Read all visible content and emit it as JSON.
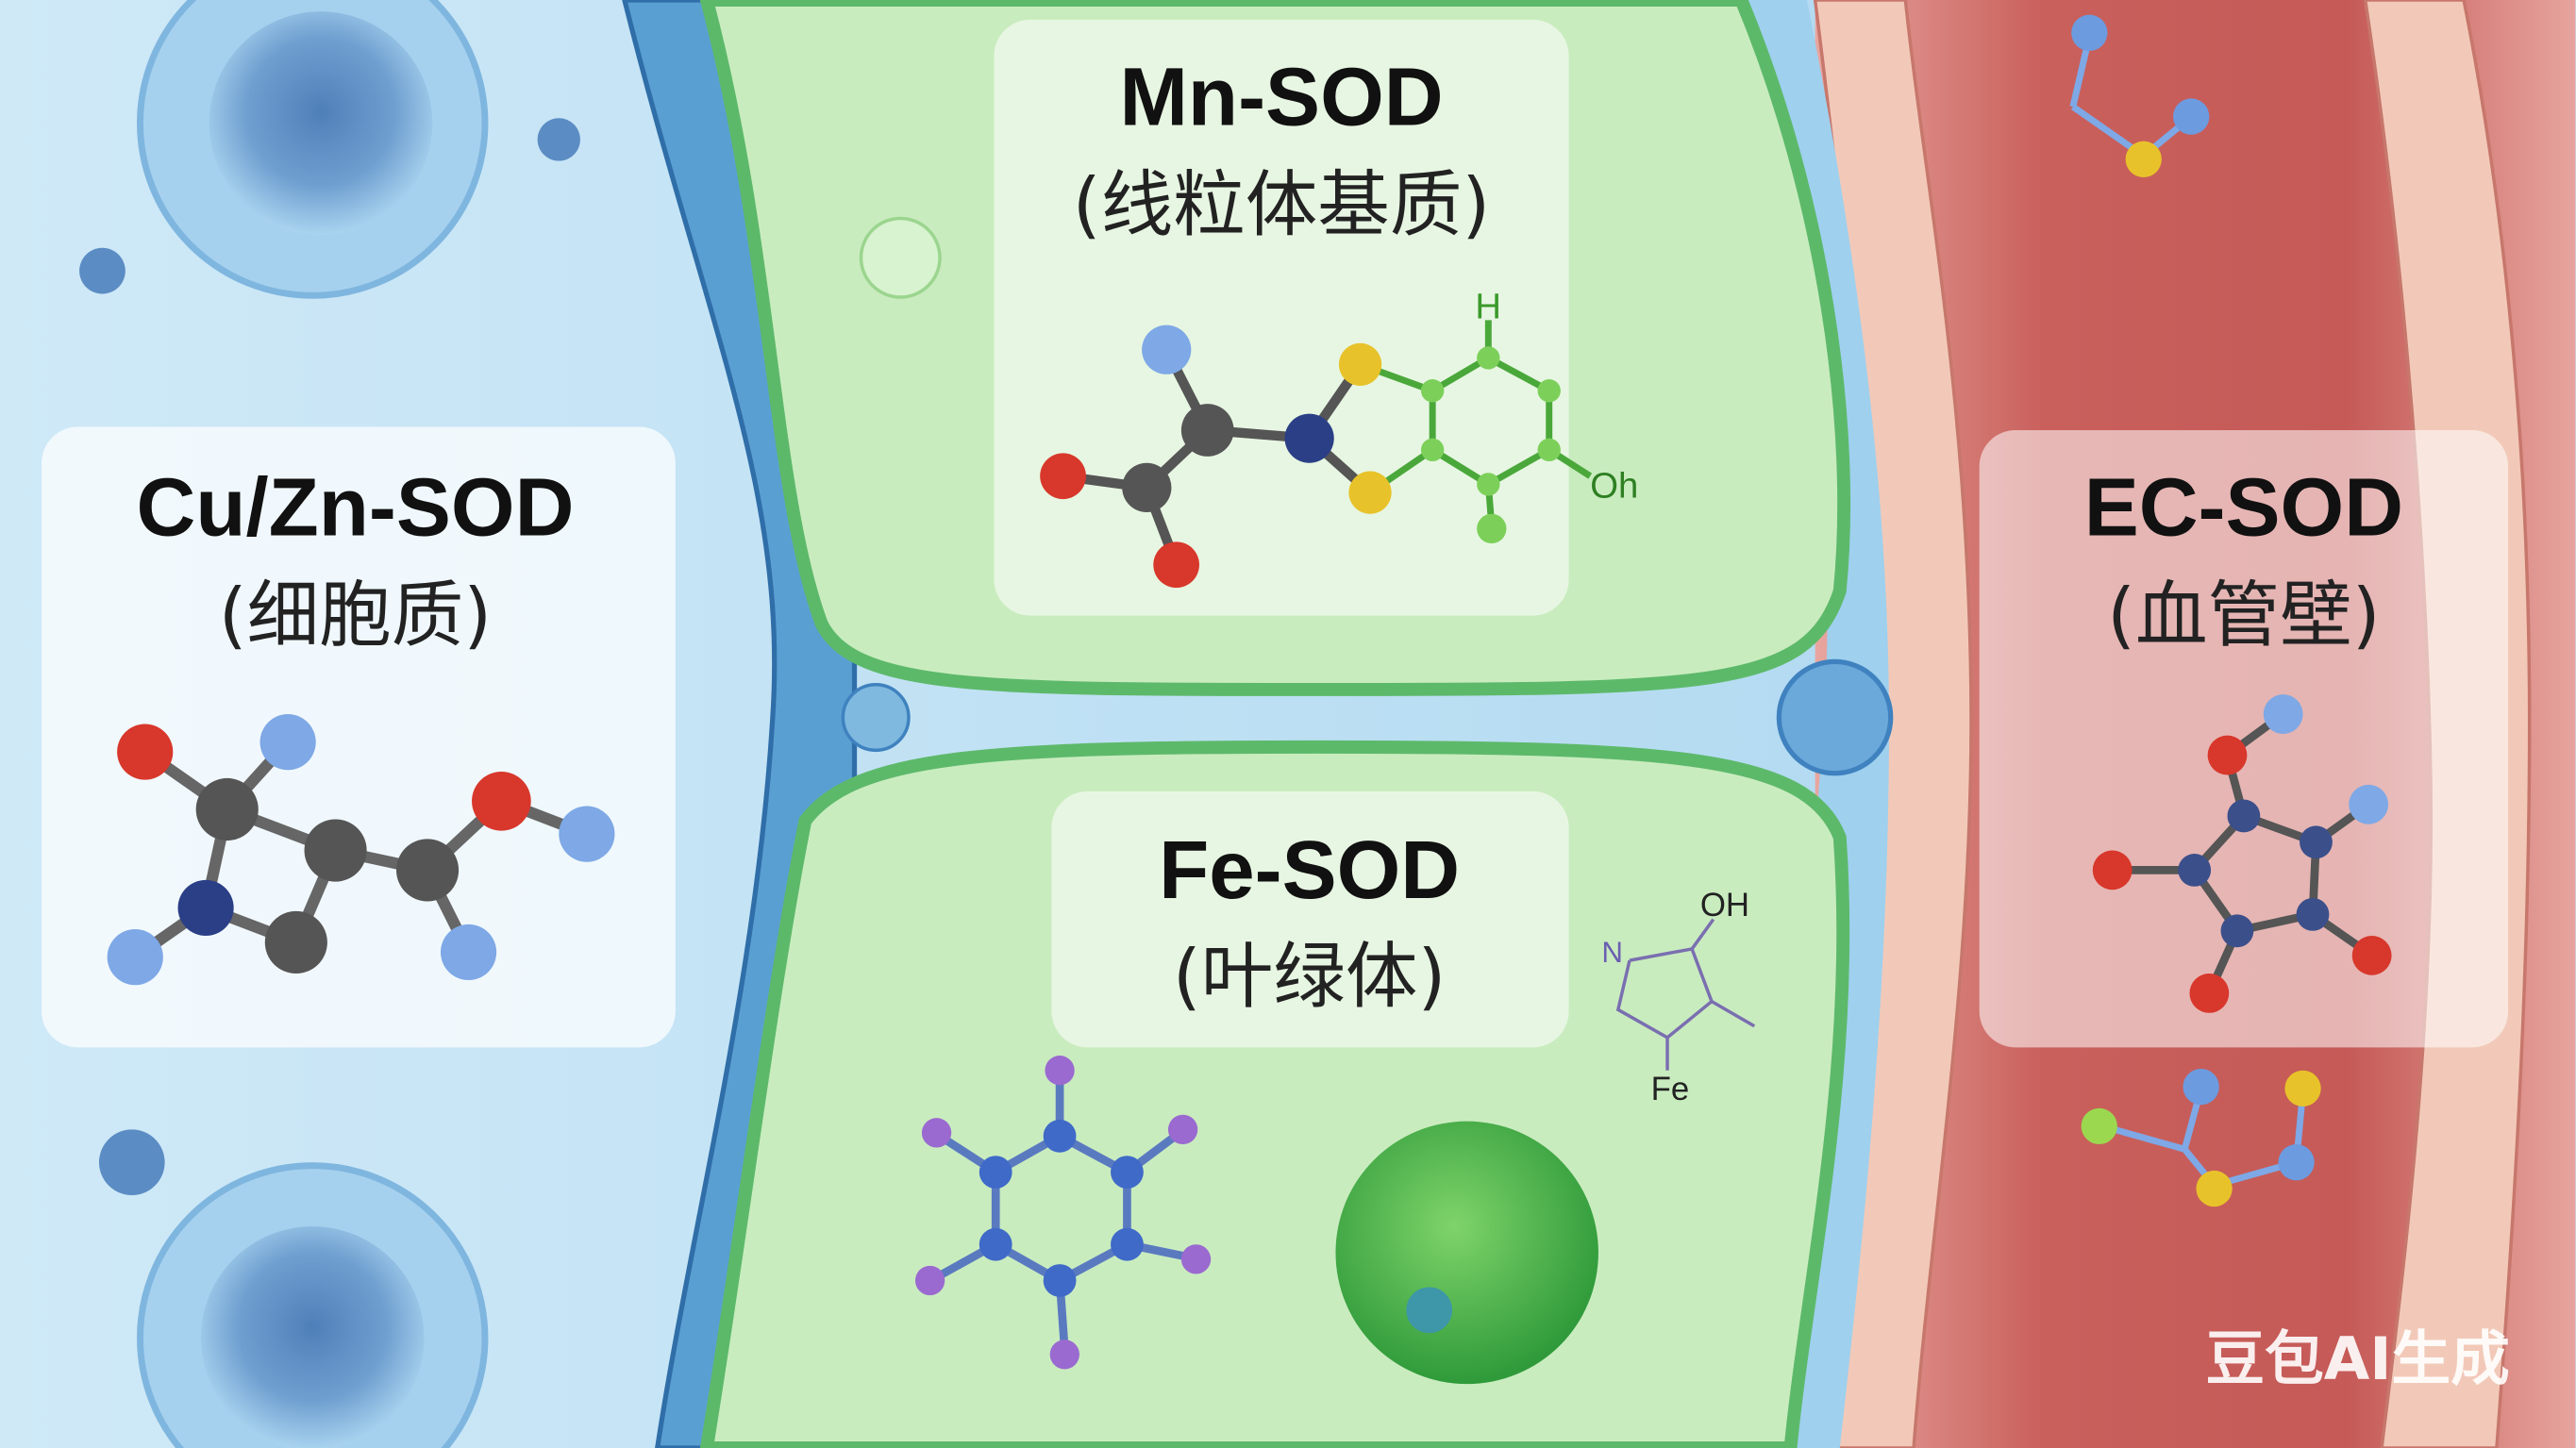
{
  "panels": {
    "cuzn": {
      "title": "Cu/Zn-SOD",
      "location": "(细胞质)"
    },
    "mn": {
      "title": "Mn-SOD",
      "location": "(线粒体基质)",
      "atom_labels": {
        "h": "H",
        "oh": "Oh"
      }
    },
    "fe": {
      "title": "Fe-SOD",
      "location": "(叶绿体)",
      "atom_labels": {
        "oh": "OH",
        "n": "N",
        "fe": "Fe"
      }
    },
    "ec": {
      "title": "EC-SOD",
      "location": "(血管壁)"
    }
  },
  "watermark": "豆包AI生成",
  "colors": {
    "cytoplasm": "#bfe1f3",
    "chloroplast": "#c9ecbf",
    "vessel": "#d9736f",
    "membrane": "#4e93c8"
  }
}
